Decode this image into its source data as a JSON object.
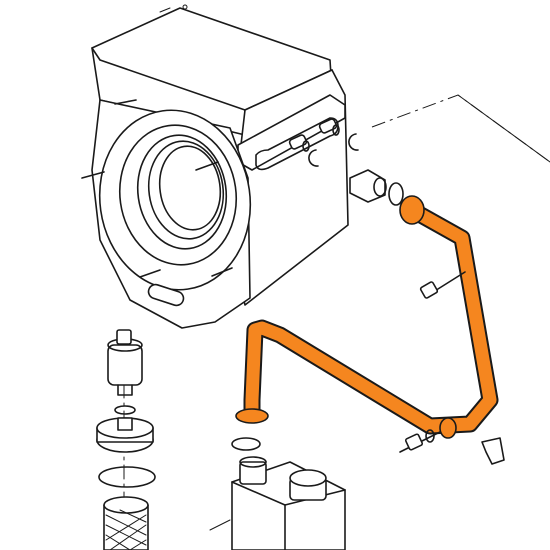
{
  "diagram": {
    "kind": "exploded-parts-view",
    "highlight_color": "#f5861f",
    "outline_color": "#1a1a1a",
    "background": "#ffffff",
    "parts": [
      "heat-exchanger-housing",
      "housing-front-ring",
      "mounting-studs",
      "connection-plate",
      "connection-nipples",
      "retaining-clips",
      "threaded-adapter",
      "seal-washers",
      "flow-pipe",
      "air-vent-valve",
      "adapter-cap",
      "o-ring",
      "filter-strainer",
      "sensor-probes",
      "pipe-clip",
      "pump-housing",
      "leader-lines"
    ]
  }
}
